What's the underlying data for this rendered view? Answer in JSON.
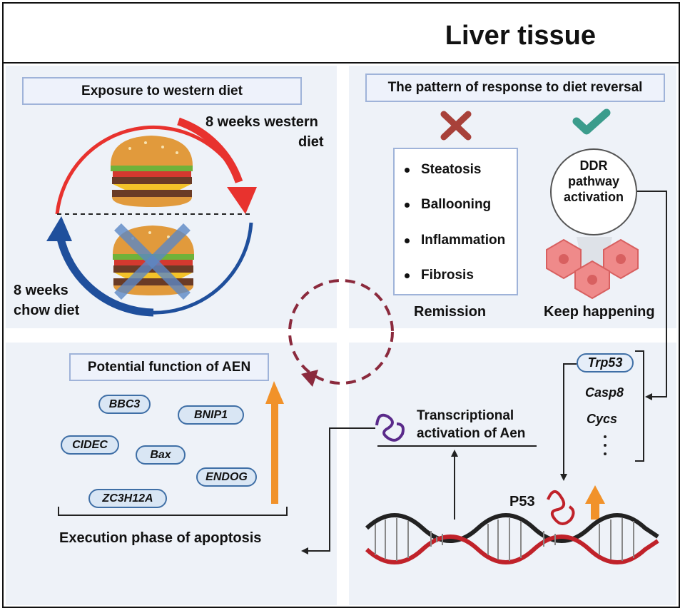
{
  "title": "Liver tissue",
  "top_left": {
    "label": "Exposure to  western diet",
    "western_label_line1": "8 weeks western",
    "western_label_line2": "diet",
    "chow_label_line1": "8 weeks",
    "chow_label_line2": "chow diet"
  },
  "top_right": {
    "label": "The pattern of response to diet reversal",
    "list_items": [
      "Steatosis",
      "Ballooning",
      "Inflammation",
      "Fibrosis"
    ],
    "remission_label": "Remission",
    "ddr_lines": [
      "DDR",
      "pathway",
      "activation"
    ],
    "keep_label": "Keep happening"
  },
  "bottom_left": {
    "label": "Potential function of AEN",
    "genes": [
      "BBC3",
      "BNIP1",
      "CIDEC",
      "Bax",
      "ENDOG",
      "ZC3H12A"
    ],
    "execution_label": "Execution phase of  apoptosis"
  },
  "bottom_right": {
    "genes": [
      "Trp53",
      "Casp8",
      "Cycs"
    ],
    "transcription_line1": "Transcriptional",
    "transcription_line2": "activation of Aen",
    "p53_label": "P53"
  },
  "colors": {
    "panel_bg": "#eef2f8",
    "box_border": "#9fb3d9",
    "western_arrow": "#e8322e",
    "chow_arrow": "#1f4f9c",
    "cross": "#a8413a",
    "check": "#3b9c8c",
    "up_arrow": "#f1922a",
    "dashed_cycle": "#8b2a3d",
    "dna_dark": "#222222",
    "dna_red": "#c0222a"
  }
}
